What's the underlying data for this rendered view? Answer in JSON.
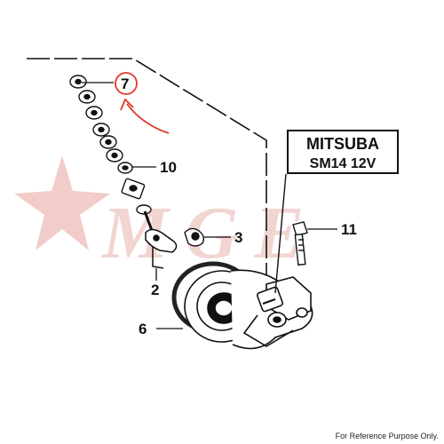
{
  "diagram": {
    "callouts": {
      "part_7": "7",
      "part_10": "10",
      "part_3": "3",
      "part_2": "2",
      "part_11": "11",
      "part_6": "6"
    },
    "label_plate": {
      "line1": "MITSUBA",
      "line2": "SM14  12V"
    },
    "watermark_text": "MGE"
  },
  "footer": {
    "note": "For Reference Purpose Only."
  },
  "colors": {
    "line": "#111111",
    "highlight": "#e0392b",
    "watermark": "#e8b3ad"
  }
}
